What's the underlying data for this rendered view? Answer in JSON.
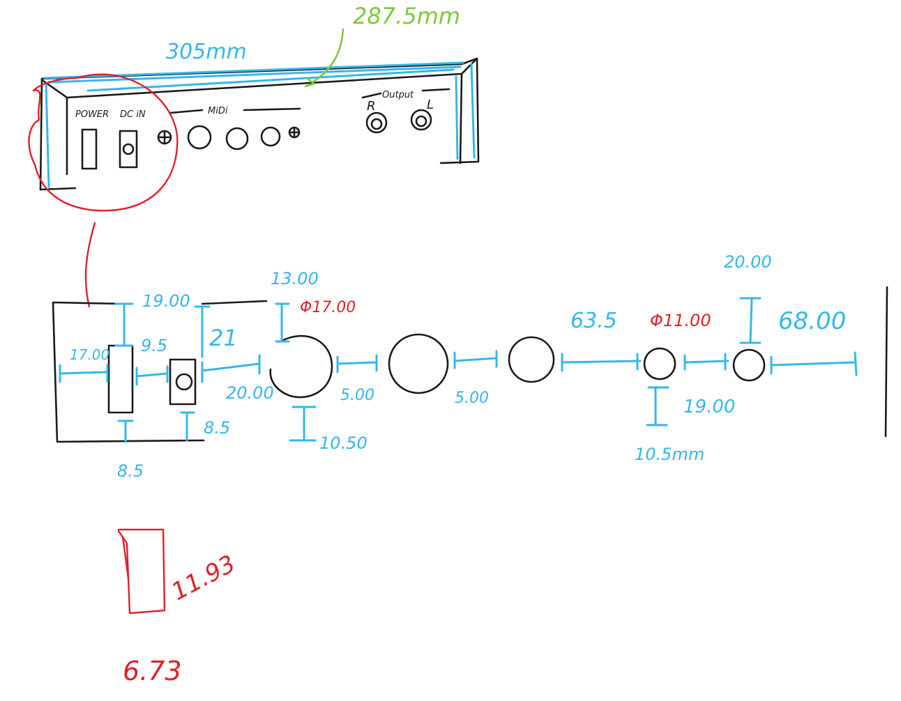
{
  "colors": {
    "outline": "#1a1a1a",
    "dimension": "#35b6ec",
    "highlight": "#e0202a",
    "note": "#7ec83a",
    "background": "#ffffff"
  },
  "top_view": {
    "width_label": "305mm",
    "inner_width_label": "287.5mm",
    "power_label": "POWER",
    "dcin_label": "DC iN",
    "midi_label": "MiDi",
    "output_label": "Output",
    "output_right": "R",
    "output_left": "L"
  },
  "front_view": {
    "dims": {
      "d1": "17.00",
      "d2": "19.00",
      "d3": "9.5",
      "d4": "21",
      "d5": "8.5",
      "d6": "8.5",
      "d7": "13.00",
      "d8": "20.00",
      "d9": "10.50",
      "d10": "5.00",
      "d11": "5.00",
      "d12": "63.5",
      "d13": "19.00",
      "d14": "10.5mm",
      "d15": "20.00",
      "d16": "68.00"
    },
    "diameters": {
      "large_jack": "Φ17.00",
      "small_jack": "Φ11.00"
    }
  },
  "notes": {
    "switch_size": "11.93",
    "switch_width": "6.73"
  }
}
